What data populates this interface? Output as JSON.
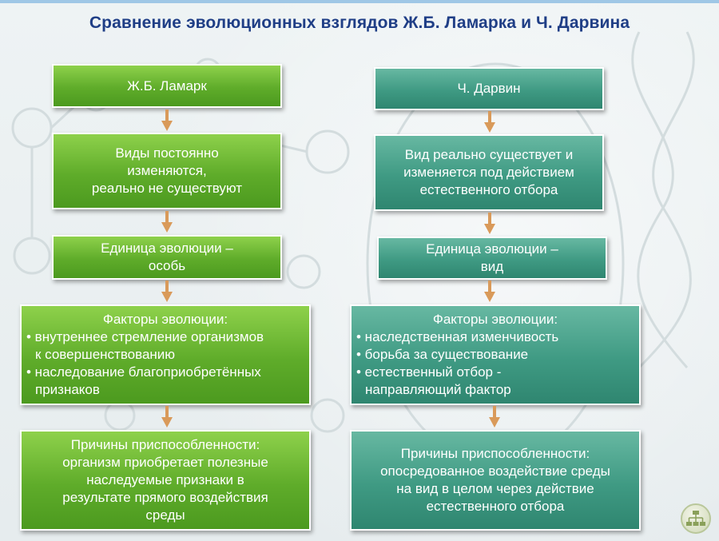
{
  "title": "Сравнение эволюционных взглядов Ж.Б. Ламарка и Ч. Дарвина",
  "colors": {
    "title": "#1f3e86",
    "lamarck_box": "#5fac2a",
    "darwin_box": "#3f9a83",
    "arrow": "#d99a5a"
  },
  "lamarck": {
    "name": "Ж.Б. Ламарк",
    "views": [
      "Виды постоянно",
      "изменяются,",
      "реально не существуют"
    ],
    "unit": [
      "Единица эволюции –",
      "особь"
    ],
    "factors_title": "Факторы эволюции:",
    "factors": [
      [
        "• внутреннее стремление организмов",
        "к совершенствованию"
      ],
      [
        "• наследование благоприобретённых",
        "признаков"
      ]
    ],
    "adaptation": [
      "Причины приспособленности:",
      "организм приобретает полезные",
      "наследуемые признаки в",
      "результате прямого воздействия",
      "среды"
    ]
  },
  "darwin": {
    "name": "Ч. Дарвин",
    "views": [
      "Вид реально существует и",
      "изменяется под действием",
      "естественного отбора"
    ],
    "unit": [
      "Единица эволюции –",
      "вид"
    ],
    "factors_title": "Факторы эволюции:",
    "factors": [
      [
        "• наследственная изменчивость"
      ],
      [
        "• борьба за существование"
      ],
      [
        "• естественный отбор -",
        "направляющий фактор"
      ]
    ],
    "adaptation": [
      "Причины приспособленности:",
      "опосредованное воздействие среды",
      "на вид в целом через действие",
      "естественного отбора"
    ]
  }
}
